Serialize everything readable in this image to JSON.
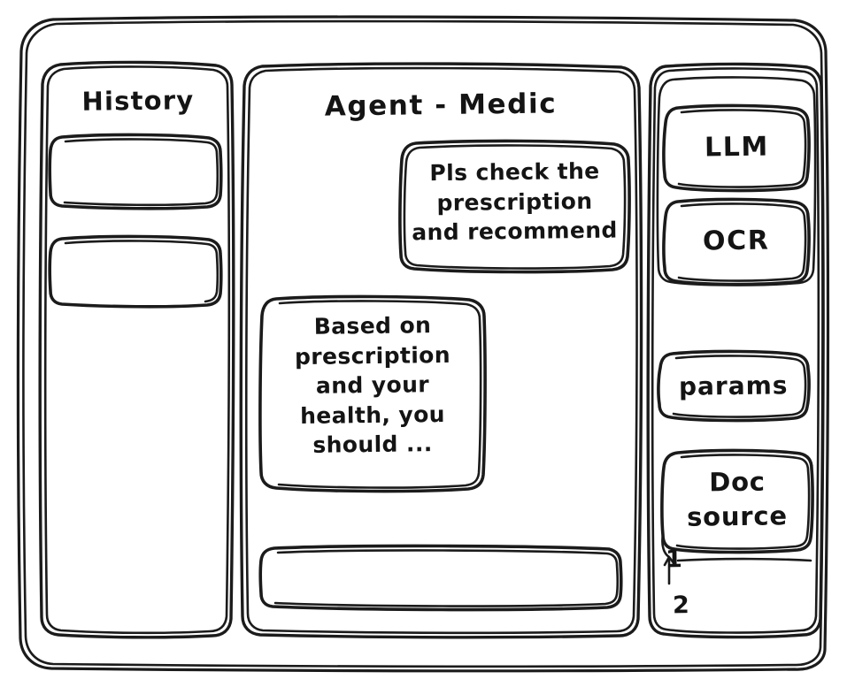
{
  "app": {
    "style": "hand-drawn-wireframe",
    "ink_color": "#1b1b1b",
    "background_color": "#ffffff"
  },
  "sidebar_left": {
    "title": "History",
    "items": [
      {
        "label": "",
        "name": "history-item-1"
      },
      {
        "label": "",
        "name": "history-item-2"
      }
    ]
  },
  "main": {
    "title": "Agent - Medic",
    "messages": [
      {
        "role": "user",
        "text": "Pls check the prescription and recommend",
        "lines": [
          "Pls check the",
          "prescription",
          "and recommend"
        ]
      },
      {
        "role": "agent",
        "text": "Based on prescription and your health, you should ...",
        "lines": [
          "Based on",
          "prescription",
          "and your",
          "health, you",
          "should ..."
        ]
      }
    ],
    "composer": {
      "value": "",
      "placeholder": ""
    }
  },
  "sidebar_right": {
    "tool_group": {
      "buttons": [
        {
          "label": "LLM"
        },
        {
          "label": "OCR"
        }
      ]
    },
    "params_button": {
      "label": "params"
    },
    "doc_source_button": {
      "label": "Doc source",
      "lines": [
        "Doc",
        "source"
      ]
    },
    "doc_list": [
      {
        "label": "1"
      },
      {
        "label": "2"
      }
    ]
  }
}
